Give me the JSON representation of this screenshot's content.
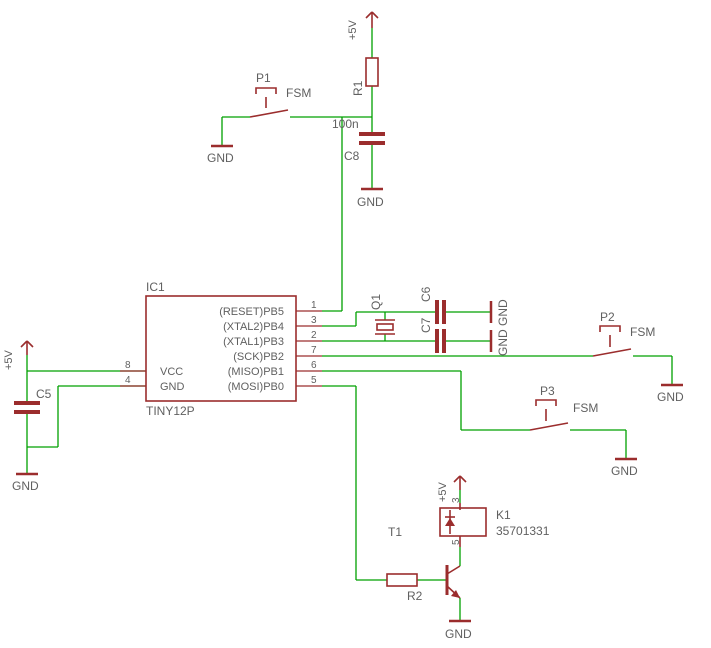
{
  "ic": {
    "ref": "IC1",
    "value": "TINY12P",
    "pins_right": [
      {
        "num": "1",
        "name": "(RESET)PB5"
      },
      {
        "num": "3",
        "name": "(XTAL2)PB4"
      },
      {
        "num": "2",
        "name": "(XTAL1)PB3"
      },
      {
        "num": "7",
        "name": "(SCK)PB2"
      },
      {
        "num": "6",
        "name": "(MISO)PB1"
      },
      {
        "num": "5",
        "name": "(MOSI)PB0"
      }
    ],
    "pins_left": [
      {
        "num": "8",
        "name": "VCC"
      },
      {
        "num": "4",
        "name": "GND"
      }
    ]
  },
  "supplies": {
    "vcc": "+5V",
    "gnd": "GND"
  },
  "parts": {
    "r1": "R1",
    "r2": "R2",
    "c5": "C5",
    "c6": "C6",
    "c7": "C7",
    "c8": "C8",
    "c8_value": "100n",
    "q1": "Q1",
    "t1": "T1",
    "k1": "K1",
    "k1_value": "35701331",
    "k1_pin_top": "3",
    "k1_pin_bottom": "5",
    "p1": "P1",
    "p2": "P2",
    "p3": "P3",
    "switch_value": "FSM"
  }
}
